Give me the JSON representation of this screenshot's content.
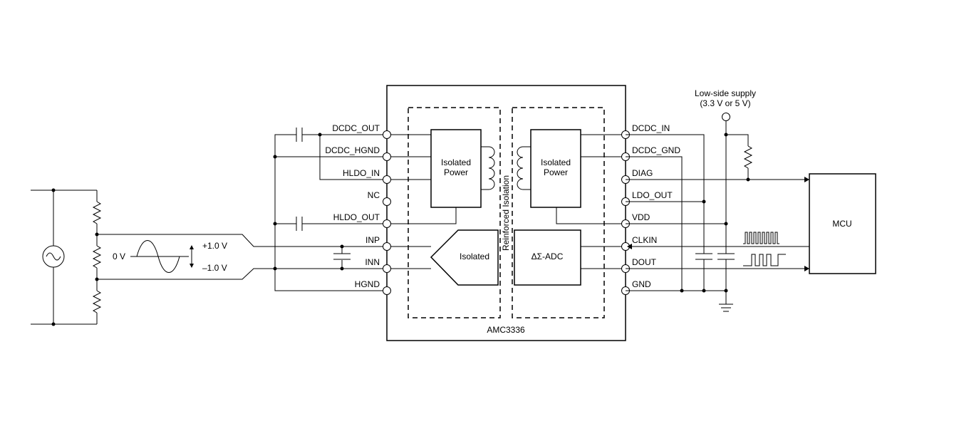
{
  "chip": {
    "name": "AMC3336",
    "barrier_label": "Reinforced Isolation"
  },
  "blocks": {
    "iso_power_high": [
      "Isolated",
      "Power"
    ],
    "iso_power_low": [
      "Isolated",
      "Power"
    ],
    "isolated_amp": "Isolated",
    "adc": "ΔΣ-ADC",
    "mcu": "MCU"
  },
  "pins_left": [
    "DCDC_OUT",
    "DCDC_HGND",
    "HLDO_IN",
    "NC",
    "HLDO_OUT",
    "INP",
    "INN",
    "HGND"
  ],
  "pins_right": [
    "DCDC_IN",
    "DCDC_GND",
    "DIAG",
    "LDO_OUT",
    "VDD",
    "CLKIN",
    "DOUT",
    "GND"
  ],
  "supply": {
    "line1": "Low-side supply",
    "line2": "(3.3 V or 5 V)"
  },
  "signal": {
    "zero": "0 V",
    "pos": "+1.0 V",
    "neg": "–1.0 V"
  }
}
